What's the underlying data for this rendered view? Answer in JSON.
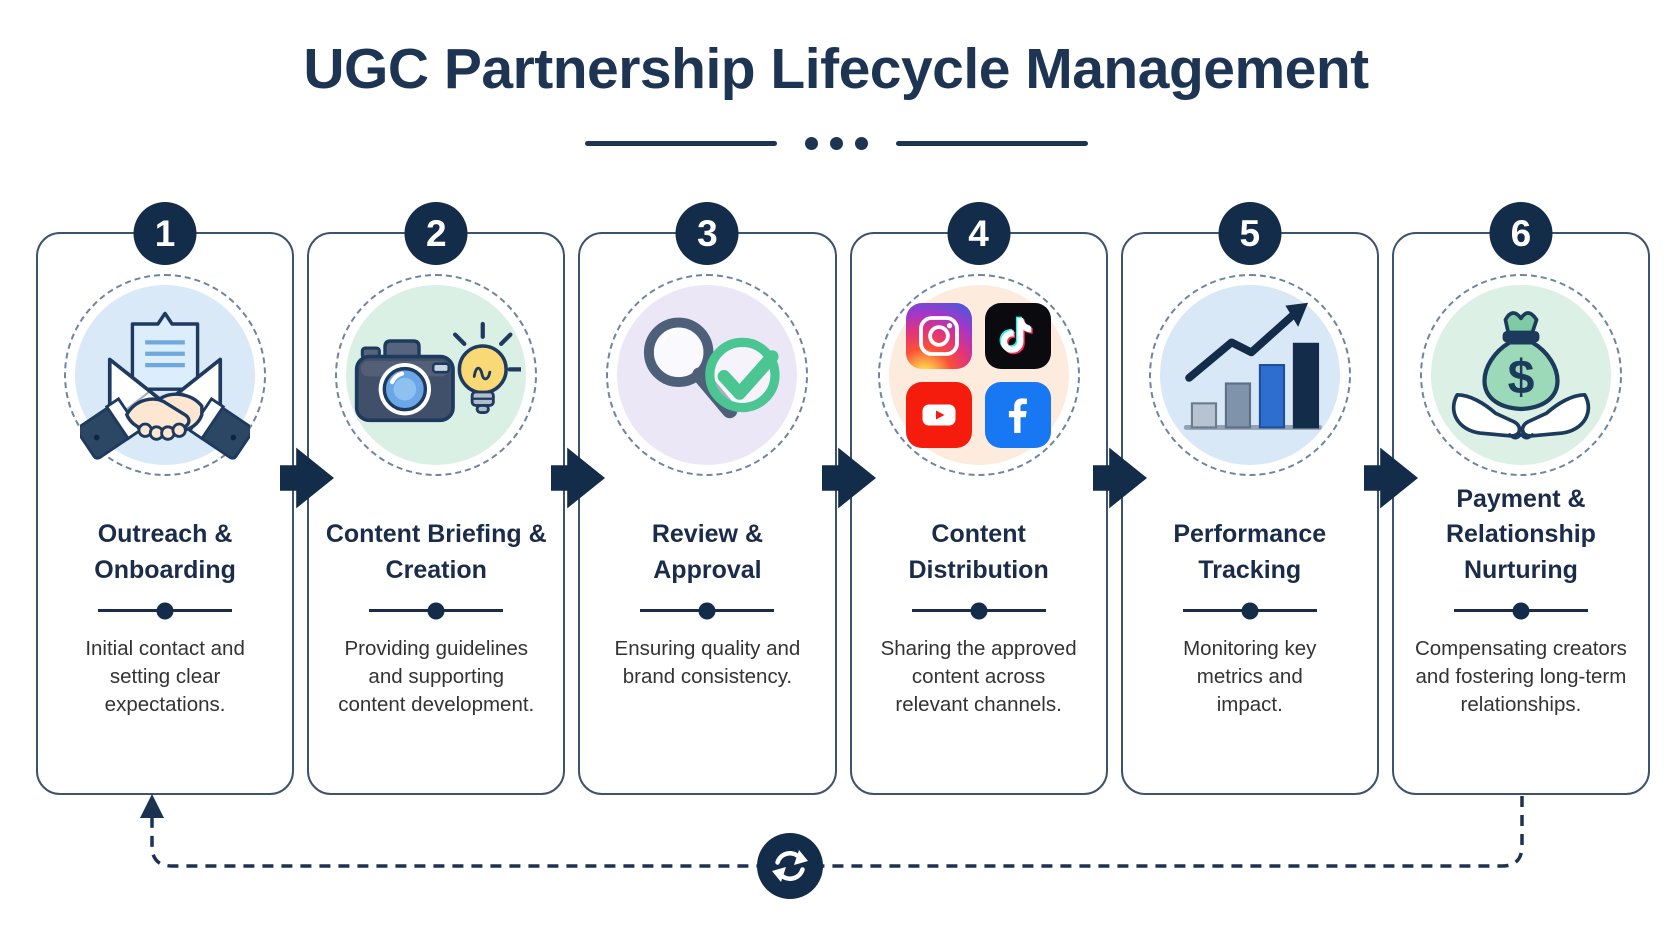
{
  "header": {
    "title": "UGC Partnership Lifecycle Management"
  },
  "steps": [
    {
      "number": "1",
      "title": "Outreach &\nOnboarding",
      "description": "Initial contact and\nsetting clear\nexpectations.",
      "icon": "envelope-handshake",
      "icon_bg": "#d9e9f8"
    },
    {
      "number": "2",
      "title": "Content Briefing &\nCreation",
      "description": "Providing guidelines\nand supporting\ncontent development.",
      "icon": "camera-lightbulb",
      "icon_bg": "#dbf0e5"
    },
    {
      "number": "3",
      "title": "Review &\nApproval",
      "description": "Ensuring quality and\nbrand consistency.",
      "icon": "magnifier-check",
      "icon_bg": "#ece7f6"
    },
    {
      "number": "4",
      "title": "Content\nDistribution",
      "description": "Sharing the approved\ncontent across\nrelevant channels.",
      "icon": "social-channels",
      "icon_bg": "#fdecde"
    },
    {
      "number": "5",
      "title": "Performance\nTracking",
      "description": "Monitoring key\nmetrics and\nimpact.",
      "icon": "bar-chart-growth",
      "icon_bg": "#d9e8f7"
    },
    {
      "number": "6",
      "title": "Payment &\nRelationship\nNurturing",
      "description": "Compensating creators\nand fostering long-term\nrelationships.",
      "icon": "money-bag-hands",
      "icon_bg": "#dcf0e5"
    }
  ],
  "loop": {
    "icon": "refresh-cycle",
    "style": "dashed-return-arrow"
  },
  "colors": {
    "navy": "#132c49",
    "title_text": "#1d3553",
    "card_border": "#3c536f",
    "description_text": "#333333",
    "check_green": "#4bc592",
    "youtube_red": "#f61c0d",
    "facebook_blue": "#1877f2",
    "tiktok_black": "#0b0b0f",
    "money_green": "#9cd9b8"
  }
}
